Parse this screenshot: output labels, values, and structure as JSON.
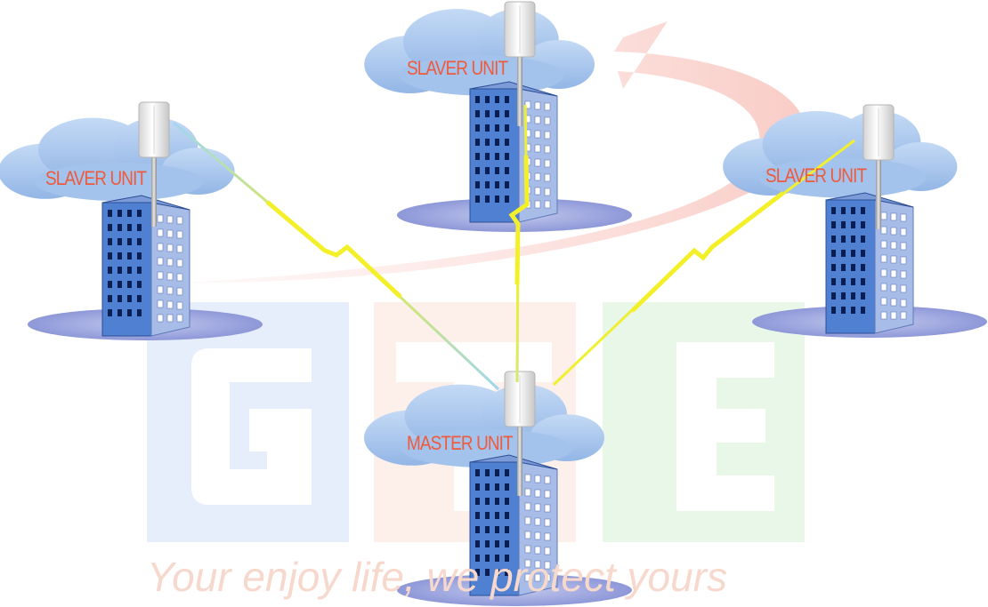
{
  "watermark": {
    "brand_letters": [
      "G",
      "T",
      "E"
    ],
    "slogan": "Your enjoy life, we protect yours",
    "colors": {
      "g": "#e7eefb",
      "t": "#fdf0ea",
      "e": "#e9f7e9",
      "arrow": "#fbdcd8"
    }
  },
  "units": [
    {
      "id": "slave-top",
      "label": "SLAVER UNIT"
    },
    {
      "id": "slave-left",
      "label": "SLAVER UNIT"
    },
    {
      "id": "slave-right",
      "label": "SLAVER UNIT"
    },
    {
      "id": "master",
      "label": "MASTER UNIT"
    }
  ],
  "colors": {
    "cloud": "#a9c8ef",
    "building_front": "#4f7fd1",
    "building_side": "#a3b9e6",
    "ground": "#9aa3dc",
    "link_bolt": "#f3f030",
    "label": "#ee5a3c"
  }
}
